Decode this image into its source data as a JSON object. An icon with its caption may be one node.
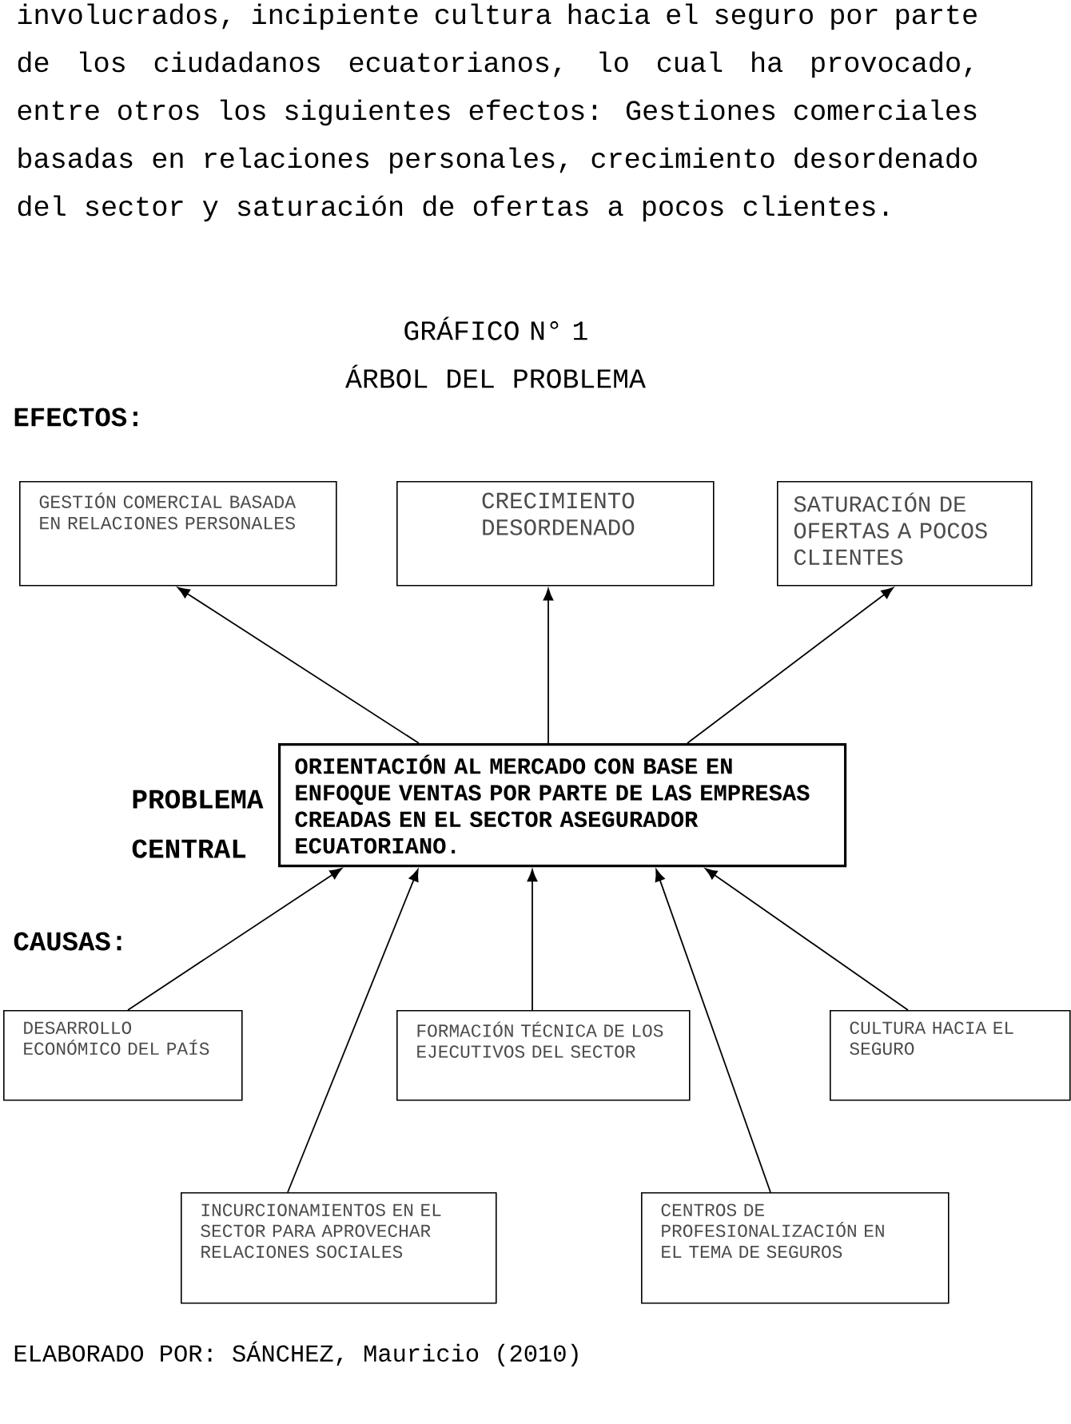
{
  "diagram": {
    "title": "ÁRBOL DEL PROBLEMA",
    "caption": "ELABORADO POR: SÁNCHEZ, Mauricio (2010)",
    "nodes": [
      {
        "text": [
          "GESTIÓN COMERCIAL BASADA EN RELACIONES PERSONALES"
        ]
      },
      {
        "text": [
          "CRECIMIENTO DESORDENADO"
        ]
      },
      {
        "text": [
          "SATURACIÓN DE OFERTAS A POCOS CLIENTES"
        ]
      },
      {
        "text": [
          "ORIENTACIÓN AL MERCADO CON BASE EN ENFOQUE VENTAS POR PARTE DE LAS EMPRESAS CREADAS EN EL SECTOR ASEGURADOR ECUATORIANO."
        ],
        "beside": [
          "PROBLEMA CENTRAL"
        ]
      },
      {
        "text": [
          "DESARROLLO ECONÓMICO DEL PAÍS"
        ]
      },
      {
        "text": [
          "FORMACIÓN TÉCNICA DE LOS EJECUTIVOS DEL SECTOR"
        ]
      },
      {
        "text": [
          "CULTURA HACIA EL SEGURO"
        ]
      },
      {
        "text": [
          "INCURCIONAMIENTOS EN EL SECTOR PARA APROVECHAR RELACIONES SOCIALES"
        ]
      },
      {
        "text": [
          "CENTROS DE PROFESIONALIZACIÓN EN EL TEMA DE SEGUROS"
        ]
      }
    ],
    "edges": [
      {
        "from": 3,
        "to": 0,
        "arrow": "to"
      },
      {
        "from": 3,
        "to": 1,
        "arrow": "to"
      },
      {
        "from": 3,
        "to": 2,
        "arrow": "to"
      },
      {
        "from": 4,
        "to": 3,
        "arrow": "to"
      },
      {
        "from": 7,
        "to": 3,
        "arrow": "to"
      },
      {
        "from": 5,
        "to": 3,
        "arrow": "to"
      },
      {
        "from": 8,
        "to": 3,
        "arrow": "to"
      },
      {
        "from": 6,
        "to": 3,
        "arrow": "to"
      }
    ],
    "labels": [
      "involucrados, incipiente cultura hacia el seguro por parte de los ciudadanos ecuatorianos, lo cual ha provocado, entre otros los siguientes efectos: Gestiones comerciales basadas en relaciones personales, crecimiento desordenado del sector y saturación de ofertas a pocos clientes.",
      "GRÁFICO N° 1",
      "EFECTOS:",
      "CAUSAS:"
    ]
  }
}
